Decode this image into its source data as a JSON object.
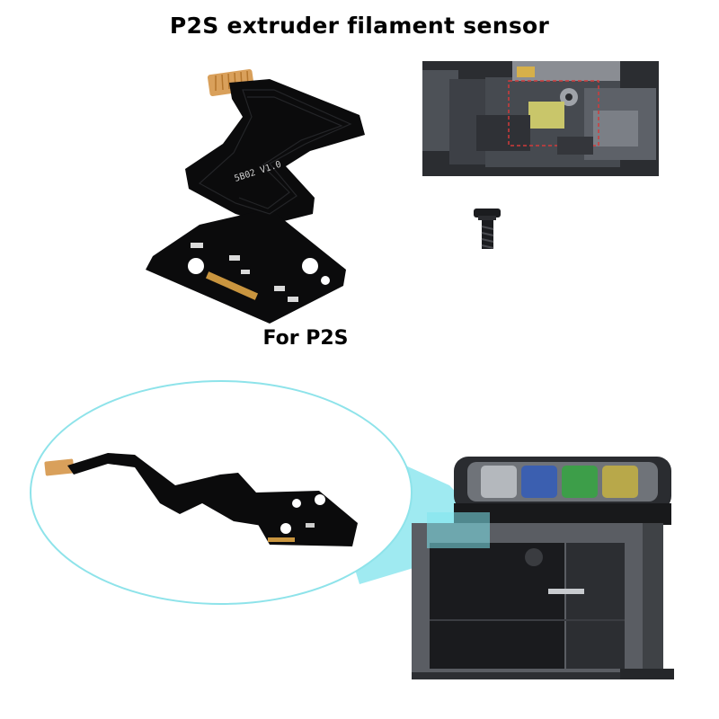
{
  "title": "P2S extruder filament sensor",
  "caption": "For P2S",
  "board_label": "5B02 V1.0",
  "colors": {
    "pcb": "#0b0b0c",
    "connector_gold": "#d9a05b",
    "highlight_cyan": "#7fe3ec",
    "printer_body": "#5a5d63",
    "detail_box": "#d13a3a"
  }
}
